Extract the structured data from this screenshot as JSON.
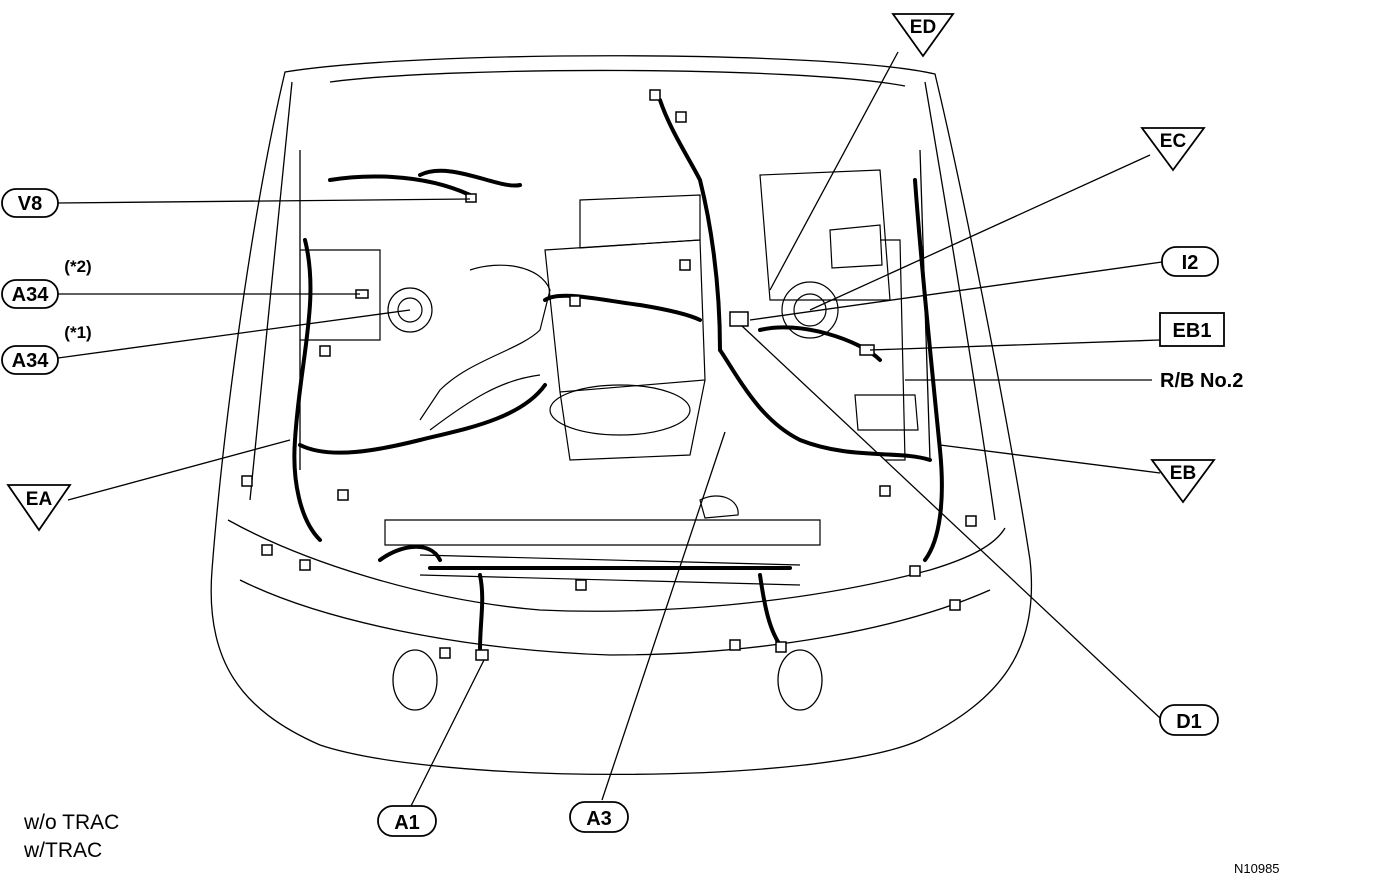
{
  "figure_id": "N10985",
  "legend": {
    "without_trac": "w/o TRAC",
    "with_trac": "w/TRAC"
  },
  "labels": {
    "V8": "V8",
    "A34_upper": "A34",
    "A34_upper_note": "(*2)",
    "A34_lower": "A34",
    "A34_lower_note": "(*1)",
    "EA": "EA",
    "ED": "ED",
    "EC": "EC",
    "I2": "I2",
    "EB1": "EB1",
    "RB2": "R/B No.2",
    "EB": "EB",
    "D1": "D1",
    "A1": "A1",
    "A3": "A3"
  }
}
